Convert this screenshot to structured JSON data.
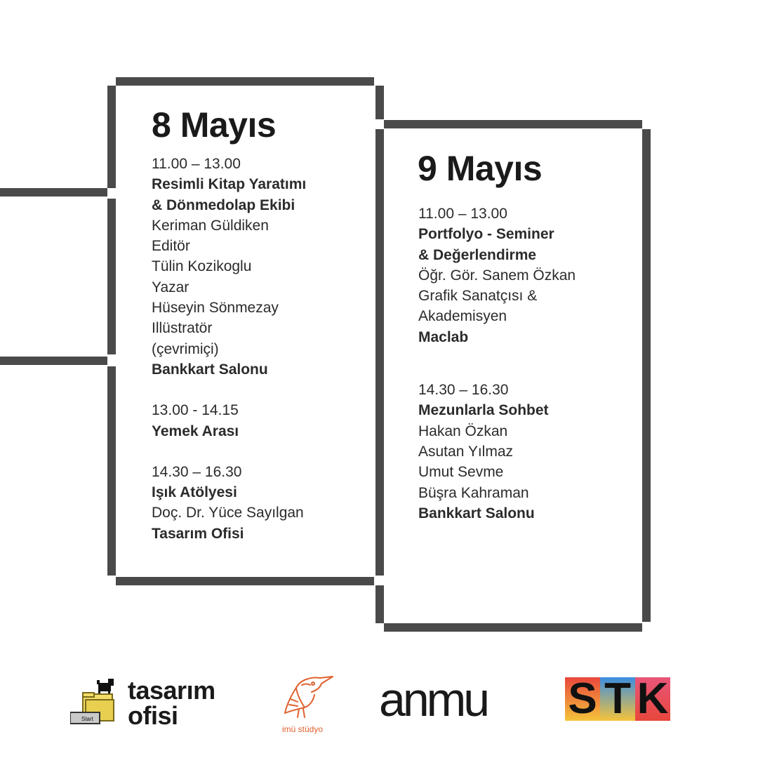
{
  "day1": {
    "title": "8 Mayıs",
    "session1": {
      "time": "11.00 – 13.00",
      "title_line1": "Resimli Kitap Yaratımı",
      "title_line2": "& Dönmedolap Ekibi",
      "speaker1": "Keriman Güldiken",
      "role1": "Editör",
      "speaker2": "Tülin Kozikoglu",
      "role2": "Yazar",
      "speaker3": "Hüseyin Sönmezay",
      "role3": "Illüstratör",
      "note": "(çevrimiçi)",
      "location": "Bankkart Salonu"
    },
    "session2": {
      "time": "13.00 - 14.15",
      "title": "Yemek Arası"
    },
    "session3": {
      "time": "14.30 – 16.30",
      "title": "Işık Atölyesi",
      "speaker": "Doç. Dr. Yüce Sayılgan",
      "location": "Tasarım Ofisi"
    }
  },
  "day2": {
    "title": "9 Mayıs",
    "session1": {
      "time": "11.00 – 13.00",
      "title_line1": "Portfolyo - Seminer",
      "title_line2": "& Değerlendirme",
      "speaker": "Öğr. Gör. Sanem Özkan",
      "role_line1": "Grafik Sanatçısı &",
      "role_line2": "Akademisyen",
      "location": "Maclab"
    },
    "session2": {
      "time": "14.30 – 16.30",
      "title": "Mezunlarla Sohbet",
      "speaker1": "Hakan Özkan",
      "speaker2": "Asutan Yılmaz",
      "speaker3": "Umut Sevme",
      "speaker4": "Büşra Kahraman",
      "location": "Bankkart Salonu"
    }
  },
  "logos": {
    "tasarim_line1": "tasarım",
    "tasarim_line2": "ofisi",
    "tasarim_start_label": "Start",
    "imu": "imü stüdyo",
    "anmu": "anmu",
    "stk_s": "S",
    "stk_t": "T",
    "stk_k": "K"
  },
  "colors": {
    "frame": "#4a4a4a",
    "imu_orange": "#e0602e",
    "stk_red": "#e8473c",
    "stk_yellow": "#f5c33b",
    "stk_blue": "#3b8ee0",
    "stk_pink": "#e8567a"
  }
}
